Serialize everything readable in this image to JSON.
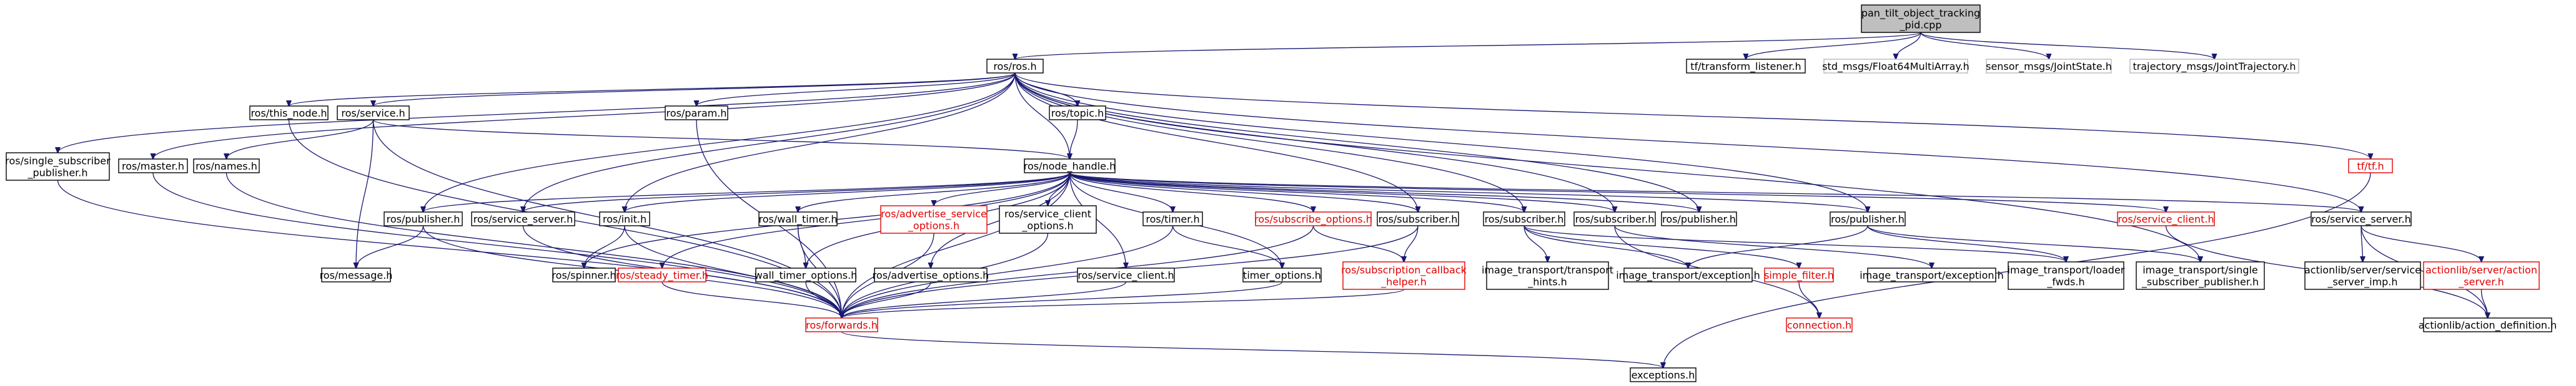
{
  "nodes": [
    {
      "id": "root",
      "lines": [
        "pan_tilt_object_tracking",
        "_pid.cpp"
      ],
      "style": "root"
    },
    {
      "id": "ros_ros",
      "lines": [
        "ros/ros.h"
      ],
      "style": "normal"
    },
    {
      "id": "tf_listener",
      "lines": [
        "tf/transform_listener.h"
      ],
      "style": "normal"
    },
    {
      "id": "std_msgs",
      "lines": [
        "std_msgs/Float64MultiArray.h"
      ],
      "style": "grey"
    },
    {
      "id": "sensor_msgs",
      "lines": [
        "sensor_msgs/JointState.h"
      ],
      "style": "grey"
    },
    {
      "id": "traj_msgs",
      "lines": [
        "trajectory_msgs/JointTrajectory.h"
      ],
      "style": "grey"
    },
    {
      "id": "single_sub_pub",
      "lines": [
        "ros/single_subscriber",
        "_publisher.h"
      ],
      "style": "normal"
    },
    {
      "id": "master",
      "lines": [
        "ros/master.h"
      ],
      "style": "normal"
    },
    {
      "id": "this_node",
      "lines": [
        "ros/this_node.h"
      ],
      "style": "normal"
    },
    {
      "id": "service",
      "lines": [
        "ros/service.h"
      ],
      "style": "normal"
    },
    {
      "id": "param",
      "lines": [
        "ros/param.h"
      ],
      "style": "normal"
    },
    {
      "id": "topic",
      "lines": [
        "ros/topic.h"
      ],
      "style": "normal"
    },
    {
      "id": "tf_h",
      "lines": [
        "tf/tf.h"
      ],
      "style": "red"
    },
    {
      "id": "names",
      "lines": [
        "ros/names.h"
      ],
      "style": "normal"
    },
    {
      "id": "node_handle",
      "lines": [
        "ros/node_handle.h"
      ],
      "style": "normal"
    },
    {
      "id": "publisher1",
      "lines": [
        "ros/publisher.h"
      ],
      "style": "normal"
    },
    {
      "id": "service_server1",
      "lines": [
        "ros/service_server.h"
      ],
      "style": "normal"
    },
    {
      "id": "init",
      "lines": [
        "ros/init.h"
      ],
      "style": "normal"
    },
    {
      "id": "wall_timer",
      "lines": [
        "ros/wall_timer.h"
      ],
      "style": "normal"
    },
    {
      "id": "advertise_service_options",
      "lines": [
        "ros/advertise_service",
        "_options.h"
      ],
      "style": "red"
    },
    {
      "id": "service_client_options",
      "lines": [
        "ros/service_client",
        "_options.h"
      ],
      "style": "normal"
    },
    {
      "id": "timer",
      "lines": [
        "ros/timer.h"
      ],
      "style": "normal"
    },
    {
      "id": "subscribe_options",
      "lines": [
        "ros/subscribe_options.h"
      ],
      "style": "red"
    },
    {
      "id": "subscriber1",
      "lines": [
        "ros/subscriber.h"
      ],
      "style": "normal"
    },
    {
      "id": "subscriber2",
      "lines": [
        "ros/subscriber.h"
      ],
      "style": "normal"
    },
    {
      "id": "subscriber3",
      "lines": [
        "ros/subscriber.h"
      ],
      "style": "normal"
    },
    {
      "id": "publisher2",
      "lines": [
        "ros/publisher.h"
      ],
      "style": "normal"
    },
    {
      "id": "publisher3",
      "lines": [
        "ros/publisher.h"
      ],
      "style": "normal"
    },
    {
      "id": "service_client_red",
      "lines": [
        "ros/service_client.h"
      ],
      "style": "red"
    },
    {
      "id": "service_server2",
      "lines": [
        "ros/service_server.h"
      ],
      "style": "normal"
    },
    {
      "id": "message",
      "lines": [
        "ros/message.h"
      ],
      "style": "normal"
    },
    {
      "id": "spinner",
      "lines": [
        "ros/spinner.h"
      ],
      "style": "normal"
    },
    {
      "id": "steady_timer",
      "lines": [
        "ros/steady_timer.h"
      ],
      "style": "red"
    },
    {
      "id": "wall_timer_options",
      "lines": [
        "wall_timer_options.h"
      ],
      "style": "normal"
    },
    {
      "id": "advertise_options",
      "lines": [
        "ros/advertise_options.h"
      ],
      "style": "normal"
    },
    {
      "id": "service_client2",
      "lines": [
        "ros/service_client.h"
      ],
      "style": "normal"
    },
    {
      "id": "timer_options",
      "lines": [
        "timer_options.h"
      ],
      "style": "normal"
    },
    {
      "id": "subscription_callback_helper",
      "lines": [
        "ros/subscription_callback",
        "_helper.h"
      ],
      "style": "red"
    },
    {
      "id": "transport_hints",
      "lines": [
        "image_transport/transport",
        "_hints.h"
      ],
      "style": "normal"
    },
    {
      "id": "exception1",
      "lines": [
        "image_transport/exception.h"
      ],
      "style": "normal"
    },
    {
      "id": "simple_filter",
      "lines": [
        "simple_filter.h"
      ],
      "style": "red"
    },
    {
      "id": "exception2",
      "lines": [
        "image_transport/exception.h"
      ],
      "style": "normal"
    },
    {
      "id": "loader_fwds",
      "lines": [
        "image_transport/loader",
        "_fwds.h"
      ],
      "style": "normal"
    },
    {
      "id": "single_sub_pub2",
      "lines": [
        "image_transport/single",
        "_subscriber_publisher.h"
      ],
      "style": "normal"
    },
    {
      "id": "service_server_imp",
      "lines": [
        "actionlib/server/service",
        "_server_imp.h"
      ],
      "style": "normal"
    },
    {
      "id": "action_server",
      "lines": [
        "actionlib/server/action",
        "_server.h"
      ],
      "style": "red"
    },
    {
      "id": "forwards",
      "lines": [
        "ros/forwards.h"
      ],
      "style": "red"
    },
    {
      "id": "connection",
      "lines": [
        "connection.h"
      ],
      "style": "red"
    },
    {
      "id": "action_definition",
      "lines": [
        "actionlib/action_definition.h"
      ],
      "style": "normal"
    },
    {
      "id": "exceptions",
      "lines": [
        "exceptions.h"
      ],
      "style": "normal"
    }
  ],
  "edges": [
    [
      "root",
      "ros_ros"
    ],
    [
      "root",
      "tf_listener"
    ],
    [
      "root",
      "std_msgs"
    ],
    [
      "root",
      "sensor_msgs"
    ],
    [
      "root",
      "traj_msgs"
    ],
    [
      "ros_ros",
      "single_sub_pub"
    ],
    [
      "ros_ros",
      "master"
    ],
    [
      "ros_ros",
      "this_node"
    ],
    [
      "ros_ros",
      "service"
    ],
    [
      "ros_ros",
      "param"
    ],
    [
      "ros_ros",
      "topic"
    ],
    [
      "ros_ros",
      "node_handle"
    ],
    [
      "ros_ros",
      "publisher1"
    ],
    [
      "ros_ros",
      "service_server1"
    ],
    [
      "ros_ros",
      "init"
    ],
    [
      "ros_ros",
      "subscriber1"
    ],
    [
      "ros_ros",
      "subscriber2"
    ],
    [
      "ros_ros",
      "subscriber3"
    ],
    [
      "ros_ros",
      "publisher2"
    ],
    [
      "ros_ros",
      "publisher3"
    ],
    [
      "ros_ros",
      "service_server2"
    ],
    [
      "ros_ros",
      "single_sub_pub2"
    ],
    [
      "ros_ros",
      "tf_h"
    ],
    [
      "service",
      "names"
    ],
    [
      "service",
      "node_handle"
    ],
    [
      "service",
      "message"
    ],
    [
      "service",
      "forwards"
    ],
    [
      "param",
      "forwards"
    ],
    [
      "topic",
      "node_handle"
    ],
    [
      "master",
      "forwards"
    ],
    [
      "this_node",
      "forwards"
    ],
    [
      "names",
      "forwards"
    ],
    [
      "single_sub_pub",
      "forwards"
    ],
    [
      "node_handle",
      "publisher1"
    ],
    [
      "node_handle",
      "service_server1"
    ],
    [
      "node_handle",
      "init"
    ],
    [
      "node_handle",
      "wall_timer"
    ],
    [
      "node_handle",
      "advertise_service_options"
    ],
    [
      "node_handle",
      "service_client_options"
    ],
    [
      "node_handle",
      "timer"
    ],
    [
      "node_handle",
      "subscribe_options"
    ],
    [
      "node_handle",
      "subscriber1"
    ],
    [
      "node_handle",
      "subscriber2"
    ],
    [
      "node_handle",
      "subscriber3"
    ],
    [
      "node_handle",
      "publisher2"
    ],
    [
      "node_handle",
      "publisher3"
    ],
    [
      "node_handle",
      "service_client_red"
    ],
    [
      "node_handle",
      "service_server2"
    ],
    [
      "node_handle",
      "spinner"
    ],
    [
      "node_handle",
      "steady_timer"
    ],
    [
      "node_handle",
      "wall_timer_options"
    ],
    [
      "node_handle",
      "advertise_options"
    ],
    [
      "node_handle",
      "service_client2"
    ],
    [
      "node_handle",
      "timer_options"
    ],
    [
      "node_handle",
      "forwards"
    ],
    [
      "publisher1",
      "message"
    ],
    [
      "publisher1",
      "forwards"
    ],
    [
      "service_server1",
      "forwards"
    ],
    [
      "init",
      "spinner"
    ],
    [
      "init",
      "forwards"
    ],
    [
      "wall_timer",
      "wall_timer_options"
    ],
    [
      "wall_timer",
      "forwards"
    ],
    [
      "advertise_service_options",
      "forwards"
    ],
    [
      "service_client_options",
      "forwards"
    ],
    [
      "timer",
      "timer_options"
    ],
    [
      "timer",
      "forwards"
    ],
    [
      "subscribe_options",
      "subscription_callback_helper"
    ],
    [
      "subscribe_options",
      "forwards"
    ],
    [
      "subscriber1",
      "subscription_callback_helper"
    ],
    [
      "subscriber1",
      "forwards"
    ],
    [
      "subscriber2",
      "transport_hints"
    ],
    [
      "subscriber2",
      "exception1"
    ],
    [
      "subscriber2",
      "simple_filter"
    ],
    [
      "subscriber2",
      "loader_fwds"
    ],
    [
      "subscriber3",
      "exception2"
    ],
    [
      "subscriber3",
      "connection"
    ],
    [
      "publisher3",
      "exception1"
    ],
    [
      "publisher3",
      "loader_fwds"
    ],
    [
      "publisher3",
      "single_sub_pub2"
    ],
    [
      "simple_filter",
      "connection"
    ],
    [
      "service_client_red",
      "action_definition"
    ],
    [
      "service_server2",
      "service_server_imp"
    ],
    [
      "service_server2",
      "action_server"
    ],
    [
      "service_server2",
      "action_definition"
    ],
    [
      "action_server",
      "action_definition"
    ],
    [
      "steady_timer",
      "forwards"
    ],
    [
      "wall_timer_options",
      "forwards"
    ],
    [
      "advertise_options",
      "forwards"
    ],
    [
      "service_client2",
      "forwards"
    ],
    [
      "timer_options",
      "forwards"
    ],
    [
      "subscription_callback_helper",
      "forwards"
    ],
    [
      "forwards",
      "exceptions"
    ],
    [
      "tf_h",
      "exceptions"
    ]
  ]
}
